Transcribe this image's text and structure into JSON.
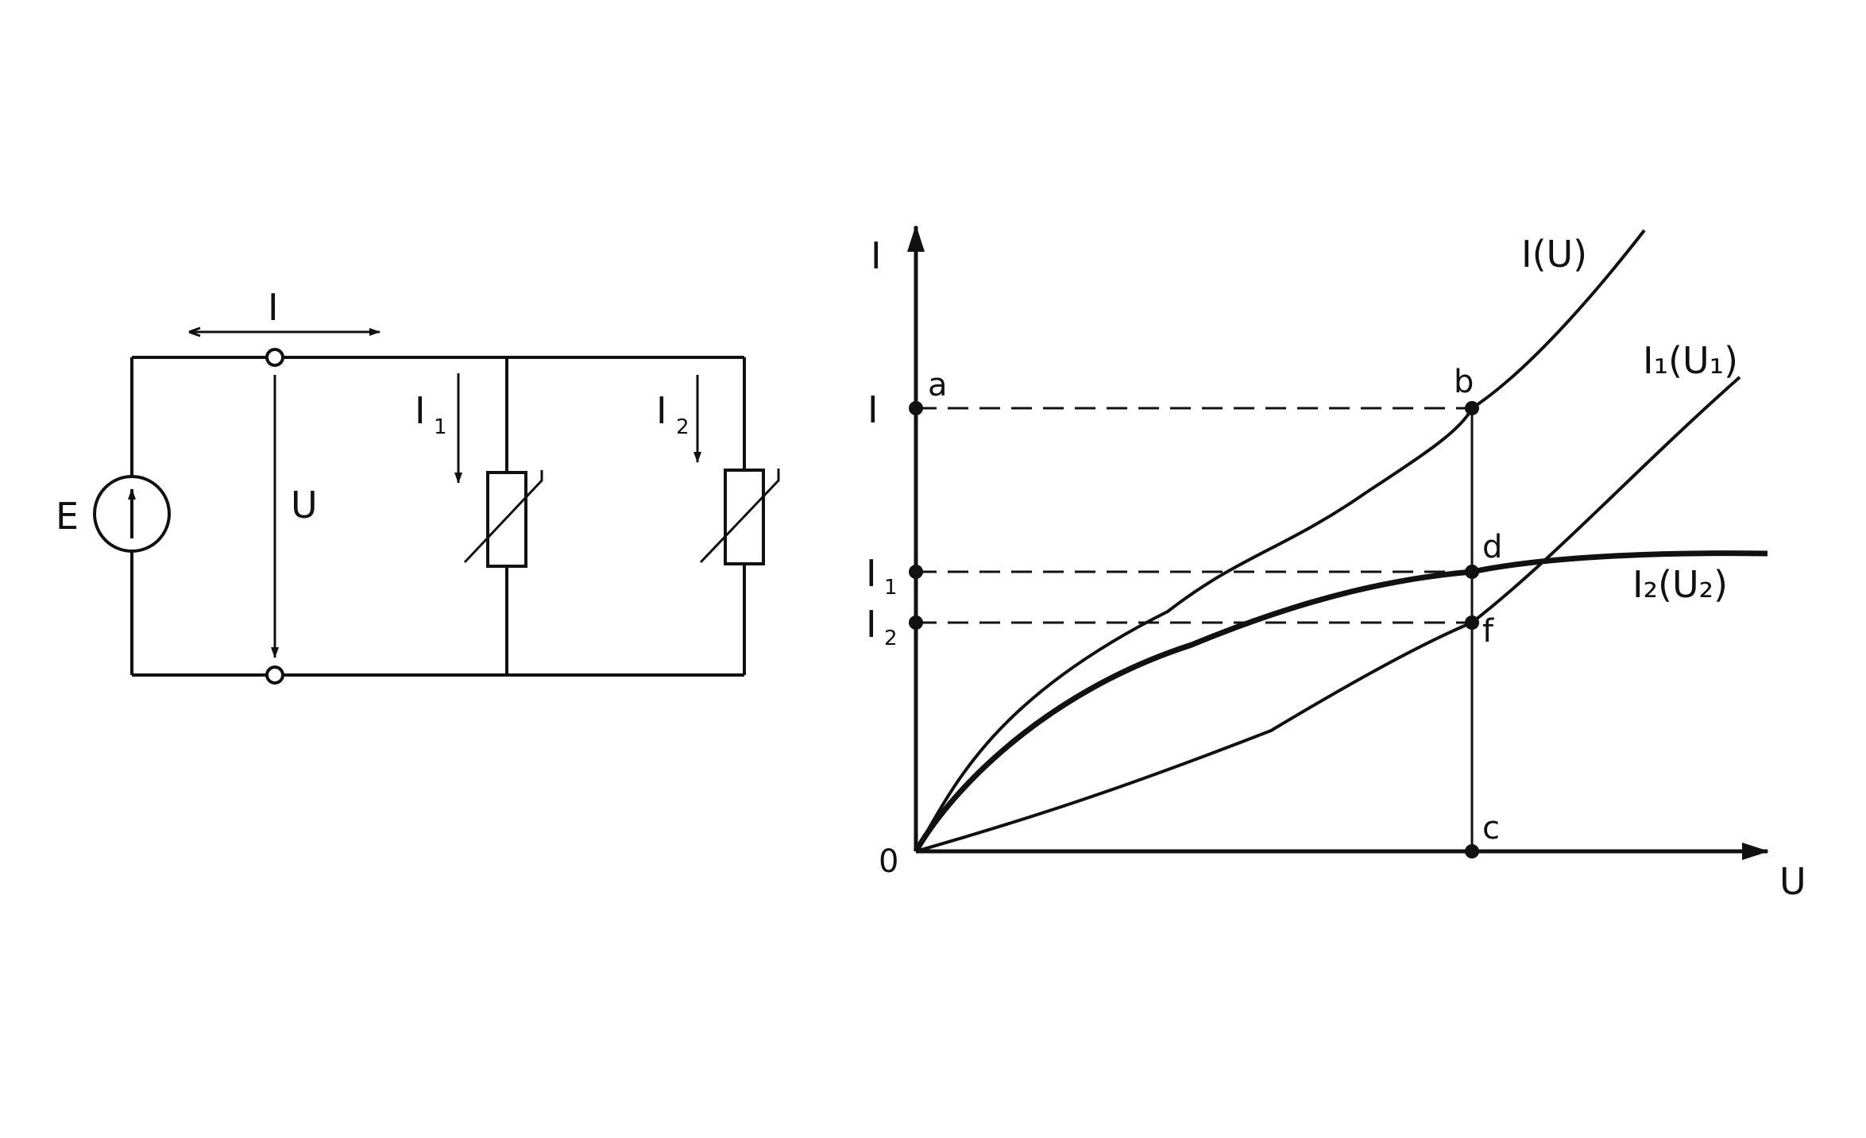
{
  "circuit": {
    "source_label": "E",
    "current_label": "I",
    "voltage_label": "U",
    "branch1": {
      "label": "I",
      "sub": "1"
    },
    "branch2": {
      "label": "I",
      "sub": "2"
    }
  },
  "graph": {
    "y_axis_label": "I",
    "x_axis_label": "U",
    "origin_label": "0",
    "y_ticks": [
      {
        "label": "I",
        "sub": ""
      },
      {
        "label": "I",
        "sub": "1"
      },
      {
        "label": "I",
        "sub": "2"
      }
    ],
    "points": [
      "a",
      "b",
      "c",
      "d",
      "f"
    ],
    "curves": [
      {
        "label": "I(U)"
      },
      {
        "label": "I₁(U₁)"
      },
      {
        "label": "I₂(U₂)"
      }
    ]
  }
}
